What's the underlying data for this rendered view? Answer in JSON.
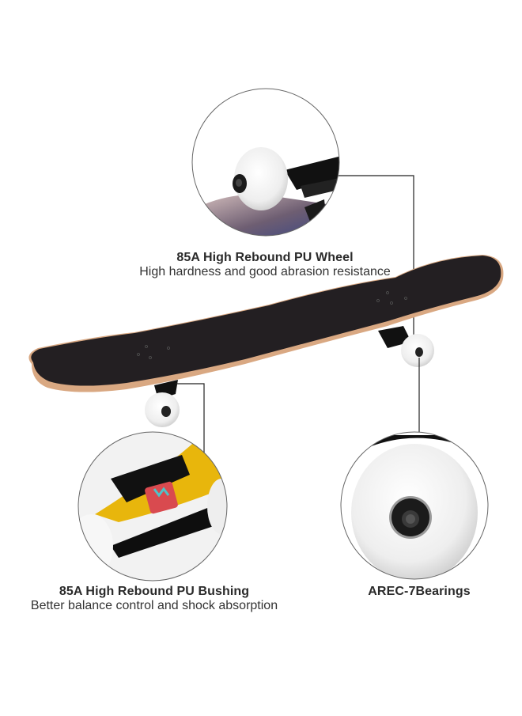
{
  "product": {
    "name": "Skateboard",
    "colors": {
      "griptape": "#231f22",
      "deck_edge": "#d9a882",
      "wheel": "#f2f2f2",
      "truck": "#151515",
      "bushing_red": "#d94a4f",
      "bushing_teal": "#4fc3c8",
      "deck_graphic_yellow": "#e8b60c",
      "leader_line": "#222222",
      "callout_ring": "#666666"
    }
  },
  "callouts": {
    "wheel": {
      "title": "85A High Rebound PU Wheel",
      "subtitle": "High hardness and good abrasion resistance"
    },
    "bushing": {
      "title": "85A High Rebound PU Bushing",
      "subtitle": "Better balance control and shock absorption"
    },
    "bearing": {
      "title": "AREC-7Bearings",
      "subtitle": ""
    }
  }
}
